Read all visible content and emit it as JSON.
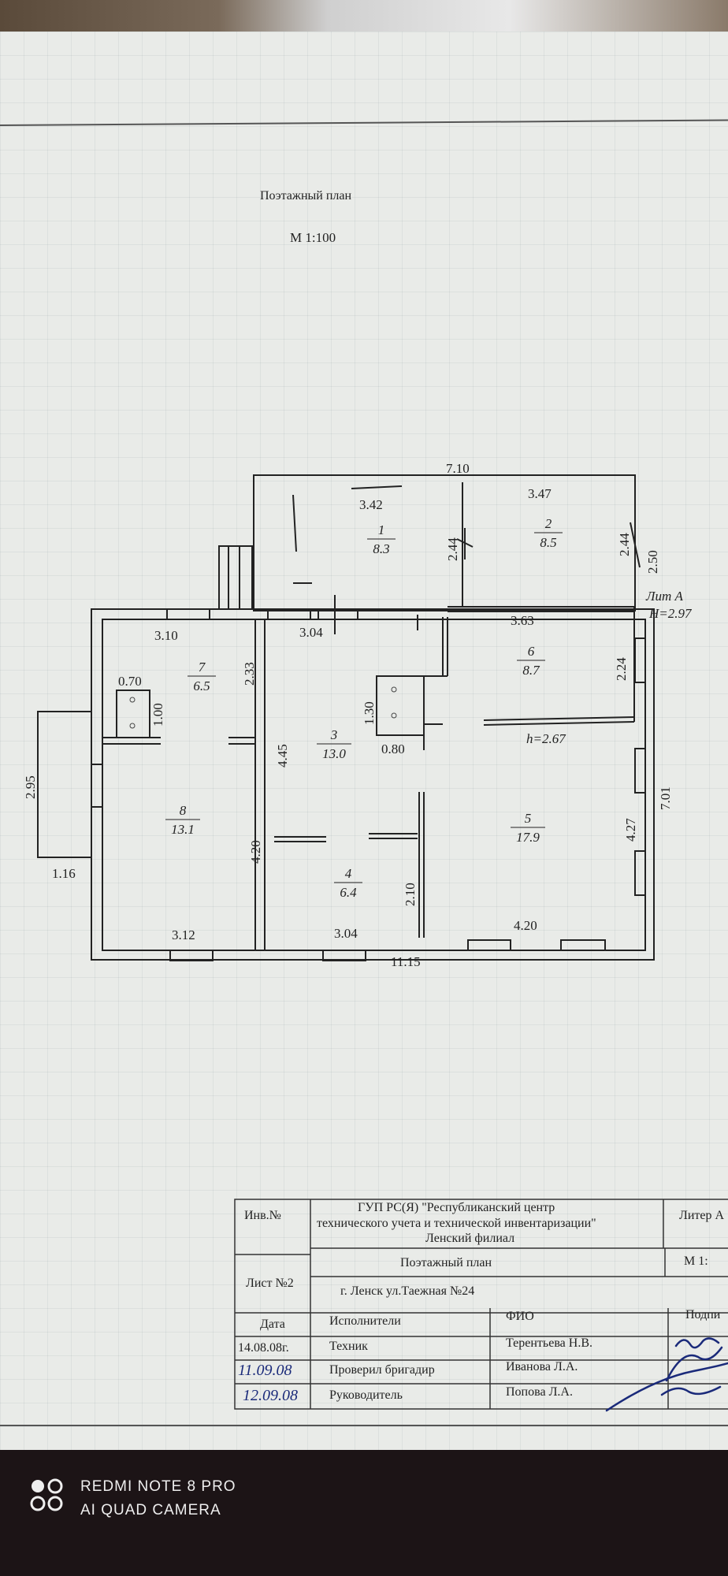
{
  "header": {
    "title": "Поэтажный план",
    "scale": "М    1:100"
  },
  "plan": {
    "overall_top": "7.10",
    "overall_bottom": "11.15",
    "overall_right": "7.01",
    "lit": "Лит А",
    "height": "H=2.97",
    "h_room": "h=2.67",
    "dims": {
      "d342": "3.42",
      "d347": "3.47",
      "d244a": "2.44",
      "d244b": "2.44",
      "d250": "2.50",
      "d310": "3.10",
      "d304top": "3.04",
      "d363": "3.63",
      "d233": "2.33",
      "d224": "2.24",
      "d070": "0.70",
      "d100": "1.00",
      "d130": "1.30",
      "d080": "0.80",
      "d445": "4.45",
      "d295": "2.95",
      "d116": "1.16",
      "d420left": "4.20",
      "d427": "4.27",
      "d210": "2.10",
      "d312": "3.12",
      "d304bot": "3.04",
      "d420bot": "4.20"
    },
    "rooms": [
      {
        "num": "1",
        "area": "8.3"
      },
      {
        "num": "2",
        "area": "8.5"
      },
      {
        "num": "3",
        "area": "13.0"
      },
      {
        "num": "4",
        "area": "6.4"
      },
      {
        "num": "5",
        "area": "17.9"
      },
      {
        "num": "6",
        "area": "8.7"
      },
      {
        "num": "7",
        "area": "6.5"
      },
      {
        "num": "8",
        "area": "13.1"
      }
    ]
  },
  "stamp": {
    "inv": "Инв.№",
    "org_line1": "ГУП РС(Я) \"Республиканский центр",
    "org_line2": "технического учета и технической инвентаризации\"",
    "org_line3": "Ленский филиал",
    "liter": "Литер А",
    "sheet": "Лист №2",
    "doc_title": "Поэтажный план",
    "scale": "М   1:",
    "address": "г. Ленск ул.Таежная  №24",
    "col_date": "Дата",
    "col_exec": "Исполнители",
    "col_fio": "ФИО",
    "col_sign": "Подпи",
    "rows": [
      {
        "date": "14.08.08г.",
        "role": "Техник",
        "fio": "Терентьева Н.В."
      },
      {
        "date": "11.09.08",
        "role": "Проверил бригадир",
        "fio": "Иванова Л.А."
      },
      {
        "date": "12.09.08",
        "role": "Руководитель",
        "fio": "Попова Л.А."
      }
    ]
  },
  "camera": {
    "line1": "REDMI NOTE 8 PRO",
    "line2": "AI QUAD CAMERA"
  }
}
